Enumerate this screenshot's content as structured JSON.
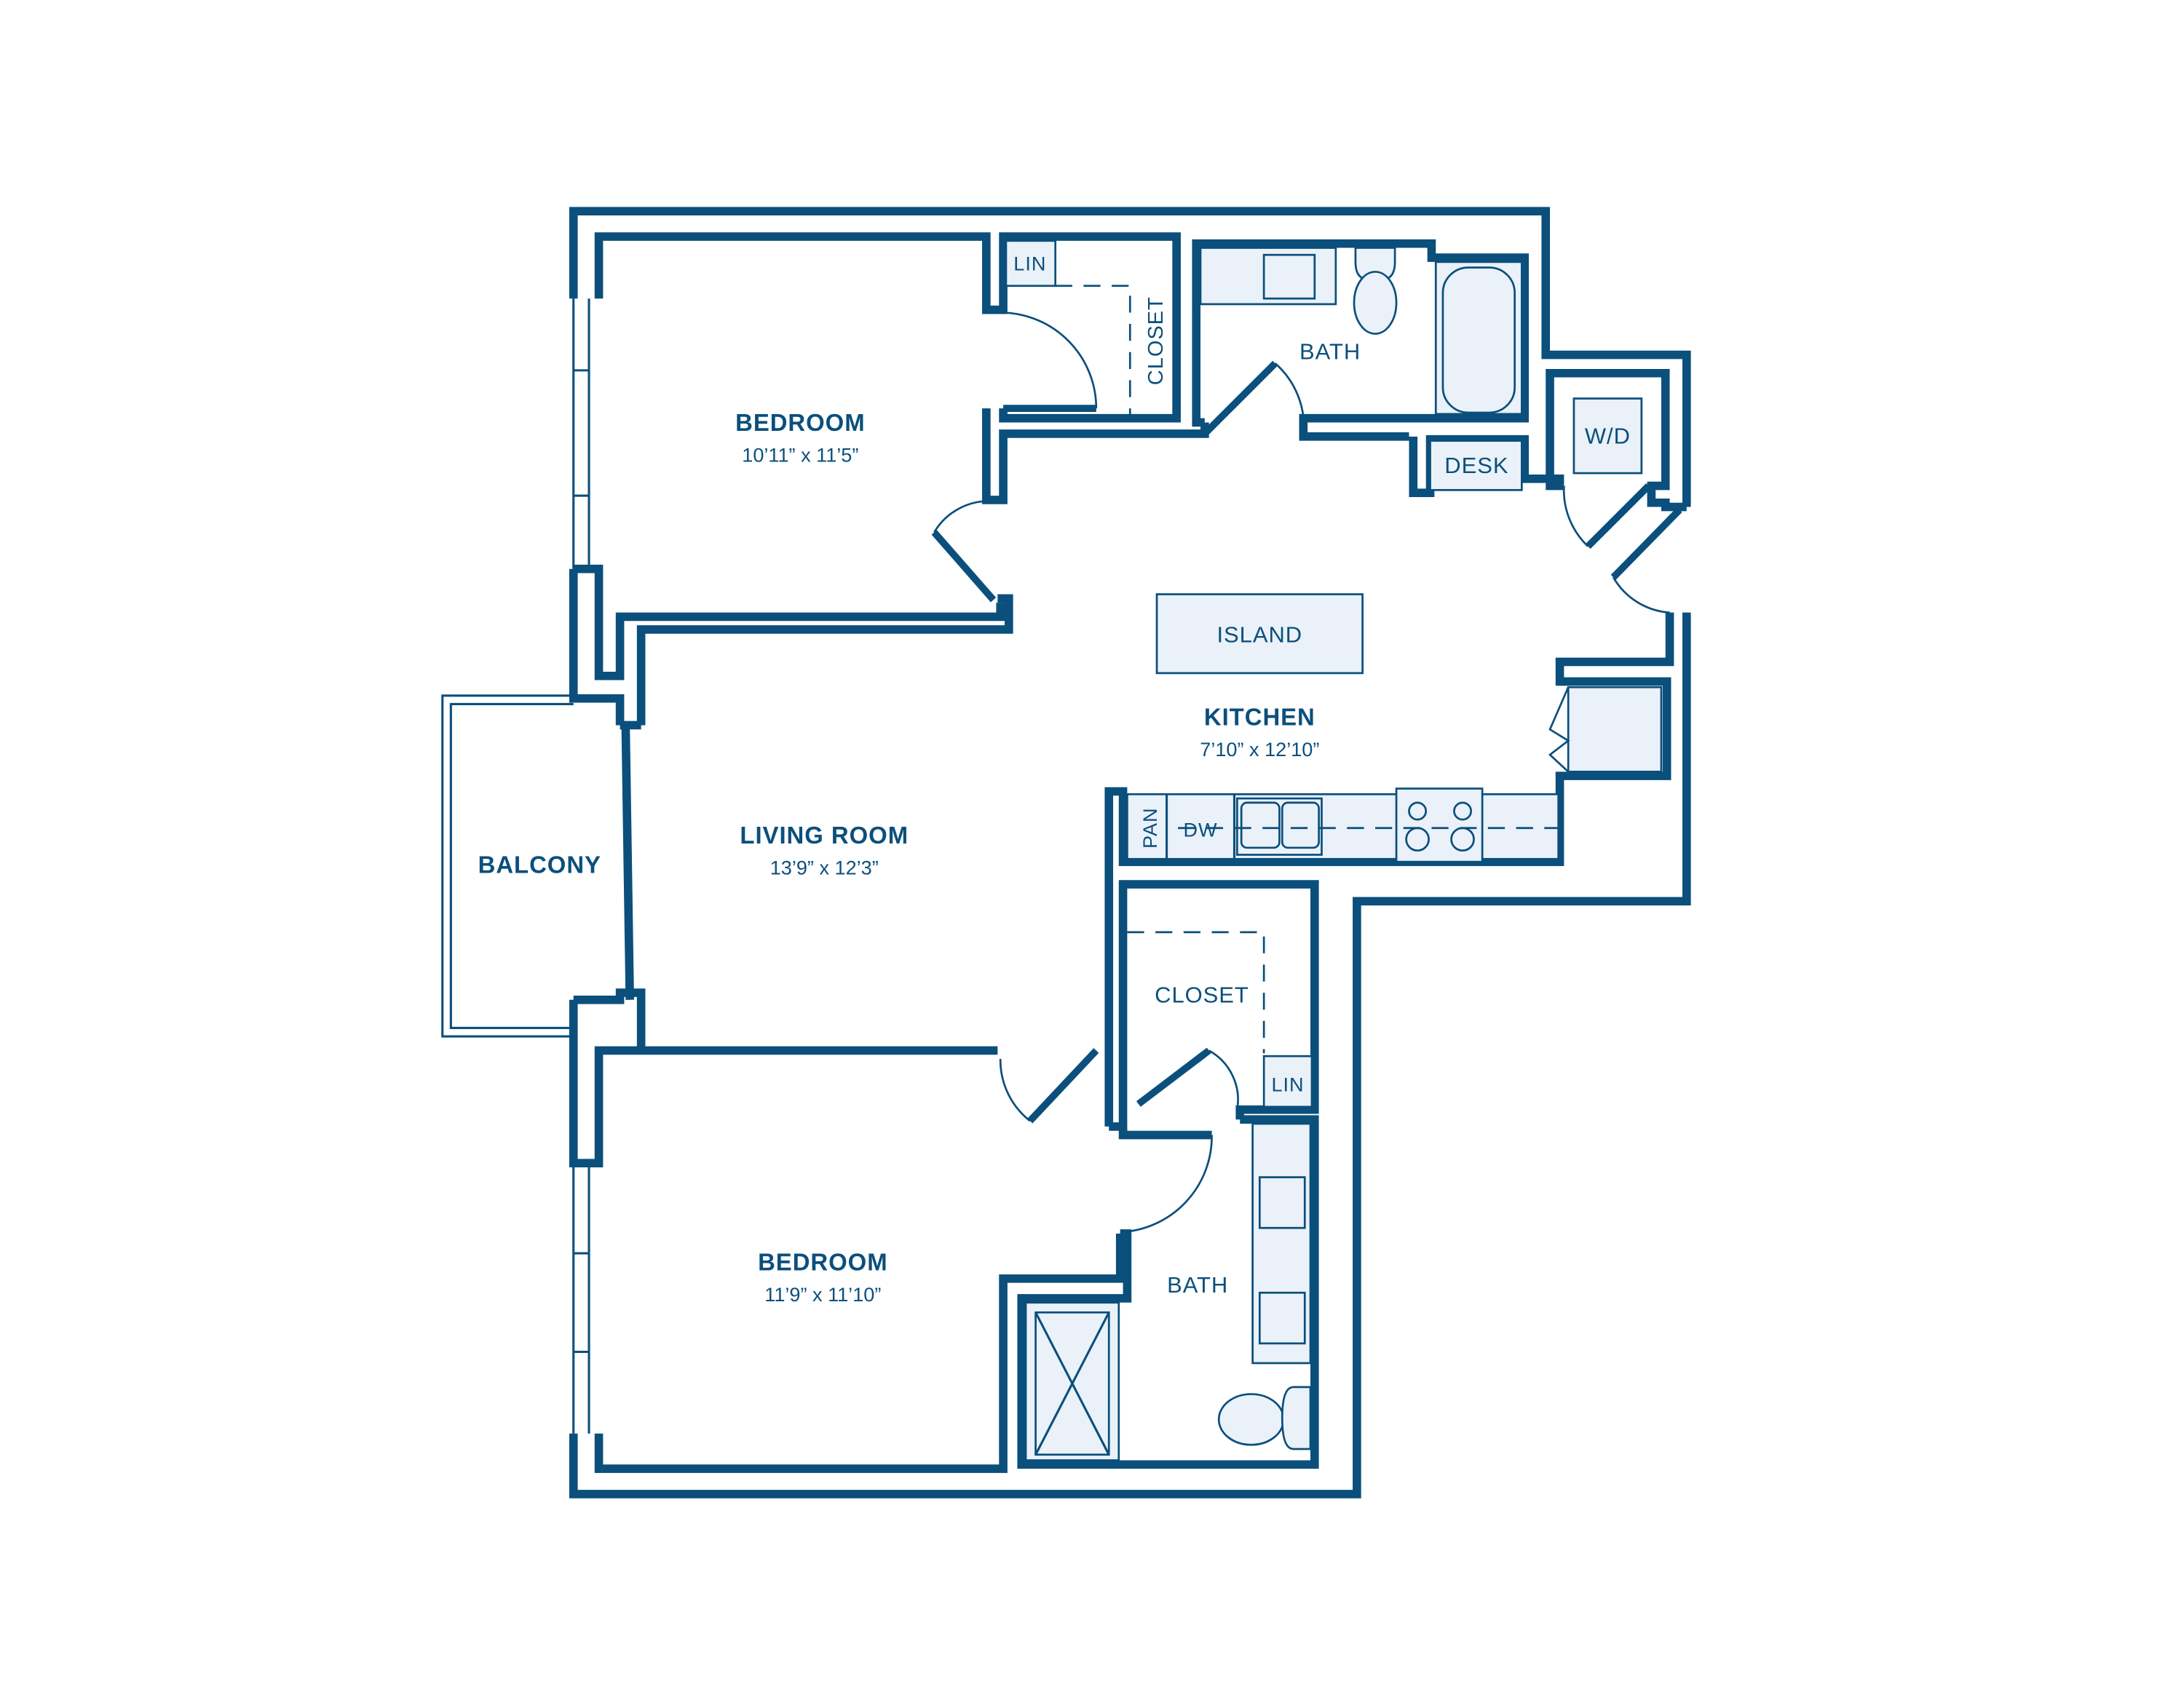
{
  "floorplan": {
    "colors": {
      "wall": "#0b4f7c",
      "fixture_fill": "#eaf1f8",
      "background": "#ffffff"
    },
    "rooms": {
      "bedroom_1": {
        "name": "BEDROOM",
        "dimensions": "10’11” x 11’5”"
      },
      "living_room": {
        "name": "LIVING ROOM",
        "dimensions": "13’9” x 12’3”"
      },
      "kitchen": {
        "name": "KITCHEN",
        "dimensions": "7’10” x 12’10”"
      },
      "bedroom_2": {
        "name": "BEDROOM",
        "dimensions": "11’9” x 11’10”"
      },
      "balcony": {
        "name": "BALCONY"
      },
      "bath_1": {
        "name": "BATH"
      },
      "bath_2": {
        "name": "BATH"
      },
      "closet_1": {
        "name": "CLOSET"
      },
      "closet_2": {
        "name": "CLOSET"
      }
    },
    "fixtures": {
      "lin_1": "LIN",
      "lin_2": "LIN",
      "desk": "DESK",
      "washer_dryer": "W/D",
      "island": "ISLAND",
      "pantry": "PAN",
      "dishwasher": "DW"
    }
  }
}
